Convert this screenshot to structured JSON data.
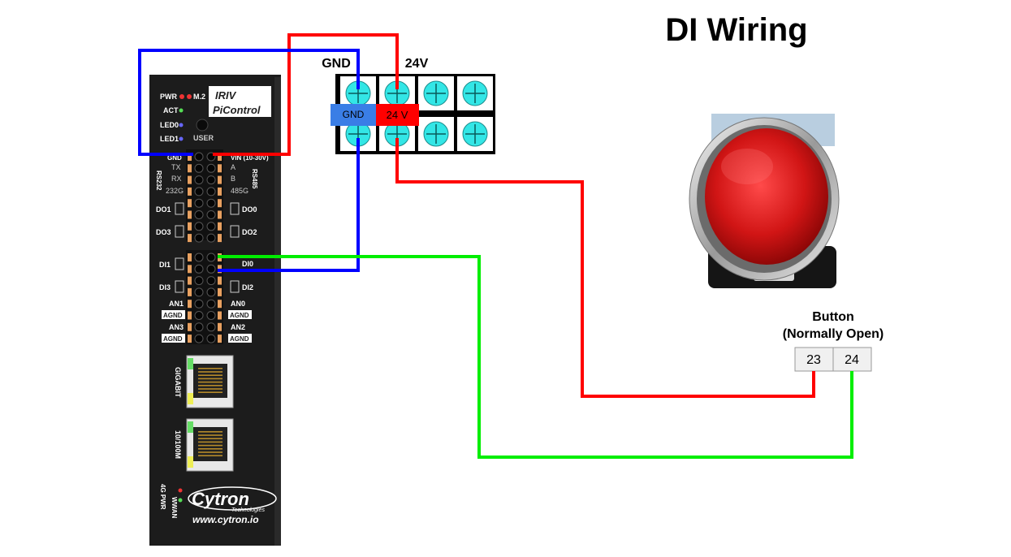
{
  "title": "DI Wiring",
  "power_terminal": {
    "label_gnd": "GND",
    "label_24v": "24V",
    "tag_gnd": "GND",
    "tag_24v": "24 V"
  },
  "button": {
    "label_line1": "Button",
    "label_line2": "(Normally Open)",
    "terminal_a": "23",
    "terminal_b": "24"
  },
  "controller": {
    "brand_line1": "IRIV",
    "brand_line2": "PiControl",
    "led_pwr": "PWR",
    "led_m2": "M.2",
    "led_act": "ACT",
    "led_led0": "LED0",
    "led_led1": "LED1",
    "user_button": "USER",
    "pin_gnd": "GND",
    "pin_vin": "VIN (10-30V)",
    "rs232": "RS232",
    "rs485": "RS485",
    "tx": "TX",
    "rx": "RX",
    "g232": "232G",
    "a": "A",
    "b": "B",
    "g485": "485G",
    "do1": "DO1",
    "do0": "DO0",
    "do3": "DO3",
    "do2": "DO2",
    "di1": "DI1",
    "di0": "DI0",
    "di3": "DI3",
    "di2": "DI2",
    "an1": "AN1",
    "an0": "AN0",
    "agnd_l1": "AGND",
    "agnd_r1": "AGND",
    "an3": "AN3",
    "an2": "AN2",
    "agnd_l2": "AGND",
    "agnd_r2": "AGND",
    "port1": "GIGABIT",
    "port2": "10/100M",
    "led_4gpwr": "4G PWR",
    "led_wwan": "WWAN",
    "logo": "Cytron",
    "logo_sub": "Technologies",
    "url": "www.cytron.io"
  },
  "colors": {
    "wire_24v": "#ff0000",
    "wire_gnd": "#0000ff",
    "wire_di": "#00ee00",
    "terminal_screw": "#33e6e6",
    "gnd_tag": "#3a7ee6",
    "v24_tag": "#ff0000",
    "controller_body": "#1c1c1c"
  }
}
